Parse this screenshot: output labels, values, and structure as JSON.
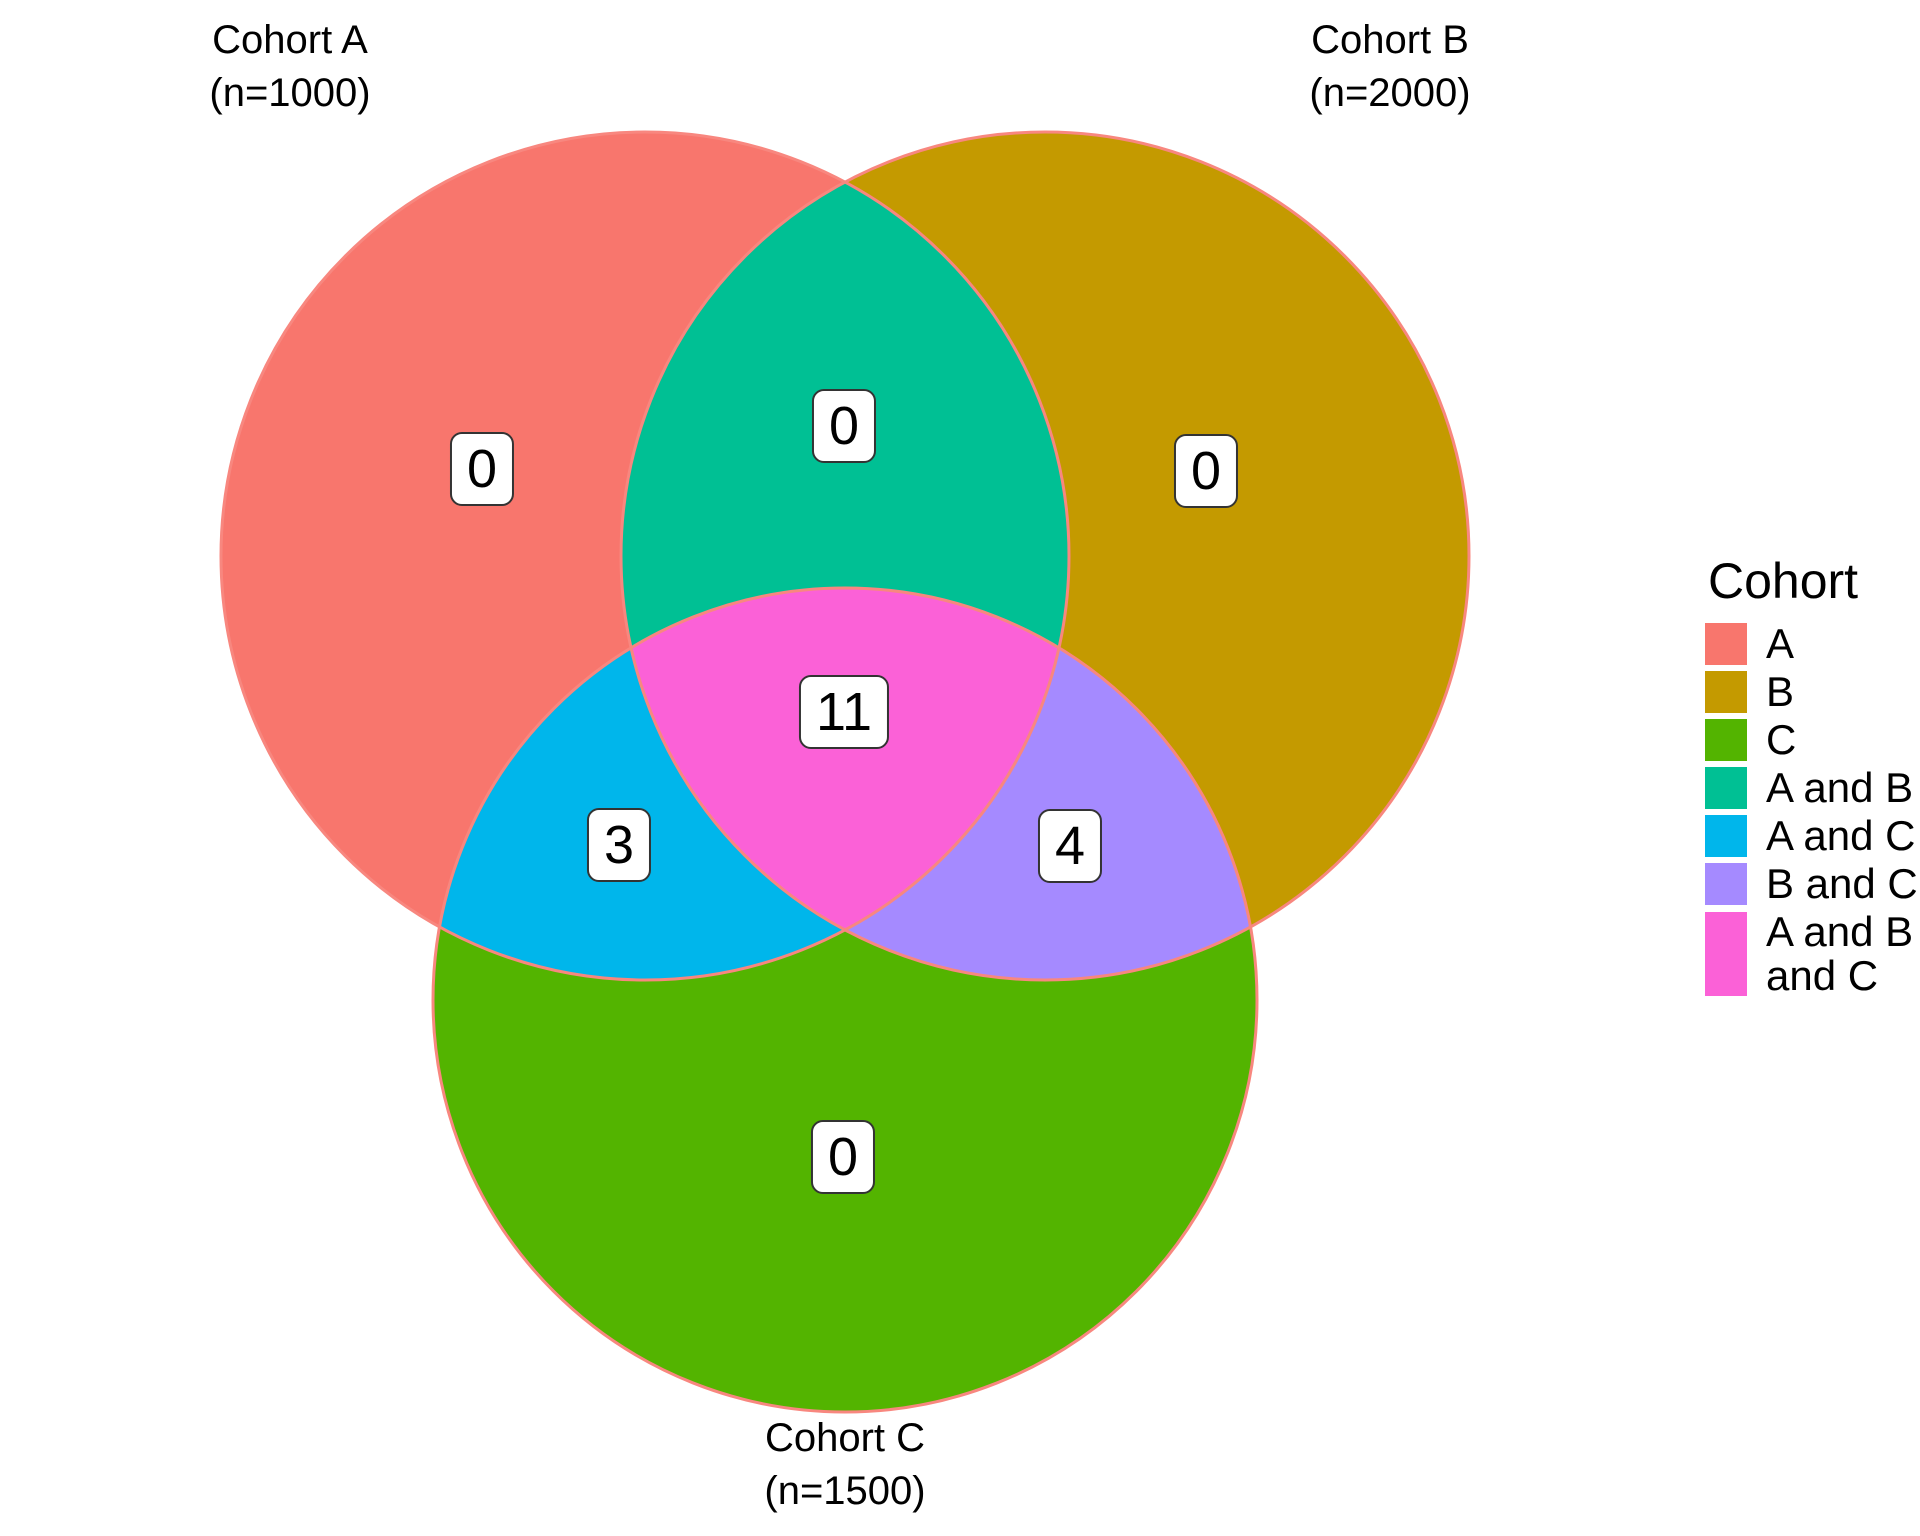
{
  "figure": {
    "background": "#FFFFFF",
    "circle_stroke": "#F8877F",
    "set_titles": [
      {
        "line1": "Cohort A",
        "line2": "(n=1000)"
      },
      {
        "line1": "Cohort B",
        "line2": "(n=2000)"
      },
      {
        "line1": "Cohort C",
        "line2": "(n=1500)"
      }
    ],
    "region_counts": {
      "a_only": "0",
      "a_and_b": "0",
      "b_only": "0",
      "a_and_c": "3",
      "a_and_b_and_c": "11",
      "b_and_c": "4",
      "c_only": "0"
    }
  },
  "legend": {
    "title": "Cohort",
    "items": [
      {
        "label": "A",
        "color": "#F8766D"
      },
      {
        "label": "B",
        "color": "#C49A00"
      },
      {
        "label": "C",
        "color": "#53B400"
      },
      {
        "label": "A and B",
        "color": "#00C094"
      },
      {
        "label": "A and C",
        "color": "#00B6EB"
      },
      {
        "label": "B and C",
        "color": "#A58AFF"
      },
      {
        "label": "A and B and C",
        "label_lines": [
          "A and B",
          "and C"
        ],
        "color": "#FB61D7"
      }
    ]
  },
  "chart_data": {
    "type": "venn",
    "legend_title": "Cohort",
    "legend_position": "right",
    "sets": [
      {
        "name": "Cohort A",
        "n": 1000,
        "size_label": "(n=1000)",
        "color": "#F8766D"
      },
      {
        "name": "Cohort B",
        "n": 2000,
        "size_label": "(n=2000)",
        "color": "#C49A00"
      },
      {
        "name": "Cohort C",
        "n": 1500,
        "size_label": "(n=1500)",
        "color": "#53B400"
      }
    ],
    "regions": [
      {
        "region": "A only",
        "value": 0,
        "color": "#F8766D"
      },
      {
        "region": "B only",
        "value": 0,
        "color": "#C49A00"
      },
      {
        "region": "C only",
        "value": 0,
        "color": "#53B400"
      },
      {
        "region": "A and B",
        "value": 0,
        "color": "#00C094"
      },
      {
        "region": "A and C",
        "value": 3,
        "color": "#00B6EB"
      },
      {
        "region": "B and C",
        "value": 4,
        "color": "#A58AFF"
      },
      {
        "region": "A and B and C",
        "value": 11,
        "color": "#FB61D7"
      }
    ]
  }
}
